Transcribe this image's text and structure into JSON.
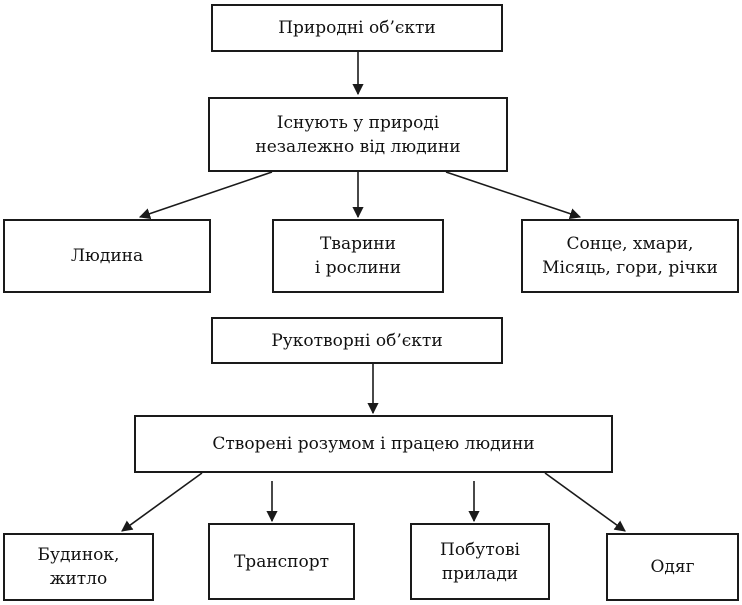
{
  "natural": {
    "root": "Природні об’єкти",
    "middle": [
      "Існують у природі",
      "незалежно від людини"
    ],
    "children": [
      [
        "Людина"
      ],
      [
        "Тварини",
        "і рослини"
      ],
      [
        "Сонце, хмари,",
        "Місяць, гори, річки"
      ]
    ]
  },
  "manmade": {
    "root": "Рукотворні об’єкти",
    "middle": [
      "Створені розумом і працею людини"
    ],
    "children": [
      [
        "Будинок,",
        "житло"
      ],
      [
        "Транспорт"
      ],
      [
        "Побутові",
        "прилади"
      ],
      [
        "Одяг"
      ]
    ]
  },
  "colors": {
    "line": "#1a1a1a",
    "text": "#111111",
    "background": "#ffffff"
  }
}
